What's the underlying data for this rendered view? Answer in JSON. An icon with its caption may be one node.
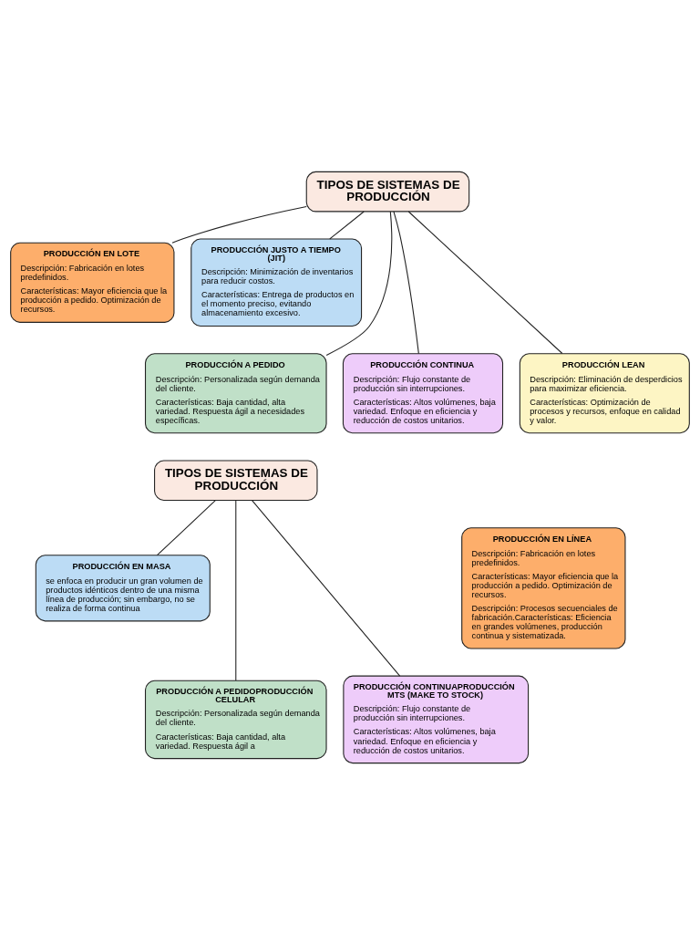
{
  "diagram": {
    "nodes": [
      {
        "text": [
          "TIPOS DE SISTEMAS DE PRODUCCIÓN"
        ]
      },
      {
        "text": [
          "PRODUCCIÓN EN LOTE",
          "Descripción: Fabricación en lotes predefinidos.",
          "Características: Mayor eficiencia que la producción a pedido. Optimización de recursos."
        ]
      },
      {
        "text": [
          "PRODUCCIÓN JUSTO A TIEMPO (JIT)",
          "Descripción: Minimización de inventarios para reducir costos.",
          "Características: Entrega de productos en el momento preciso, evitando almacenamiento excesivo."
        ]
      },
      {
        "text": [
          "PRODUCCIÓN A PEDIDO",
          "Descripción: Personalizada según demanda del cliente.",
          "Características: Baja cantidad, alta variedad. Respuesta ágil a necesidades específicas."
        ]
      },
      {
        "text": [
          "PRODUCCIÓN CONTINUA",
          "Descripción: Flujo constante de producción sin interrupciones.",
          "Características: Altos volúmenes, baja variedad. Enfoque en eficiencia y reducción de costos unitarios."
        ]
      },
      {
        "text": [
          "PRODUCCIÓN LEAN",
          "Descripción: Eliminación de desperdicios para maximizar eficiencia.",
          "Características: Optimización de procesos y recursos, enfoque en calidad y valor."
        ]
      },
      {
        "text": [
          "TIPOS DE SISTEMAS DE PRODUCCIÓN"
        ]
      },
      {
        "text": [
          "PRODUCCIÓN EN LÍNEA",
          "Descripción: Fabricación en lotes predefinidos.",
          "Características: Mayor eficiencia que la producción a pedido. Optimización de recursos.",
          "Descripción: Procesos secuenciales de fabricación.Características: Eficiencia en grandes volúmenes, producción continua y sistematizada."
        ]
      },
      {
        "text": [
          "PRODUCCIÓN EN MASA",
          "se enfoca en producir un gran volumen de productos idénticos dentro de una misma línea de producción; sin embargo, no se realiza de forma continua"
        ]
      },
      {
        "text": [
          "PRODUCCIÓN A PEDIDOPRODUCCIÓN CELULAR",
          "Descripción: Personalizada según demanda del cliente.",
          "Características: Baja cantidad, alta variedad. Respuesta ágil a"
        ]
      },
      {
        "text": [
          "PRODUCCIÓN CONTINUAPRODUCCIÓN MTS (MAKE TO STOCK)",
          "Descripción: Flujo constante de producción sin interrupciones.",
          "Características: Altos volúmenes, baja variedad. Enfoque en eficiencia y reducción de costos unitarios."
        ]
      }
    ],
    "edges": [
      {
        "from": 0,
        "to": 3,
        "arrow": "none"
      },
      {
        "from": 0,
        "to": 1,
        "arrow": "none"
      },
      {
        "from": 0,
        "to": 4,
        "arrow": "none"
      },
      {
        "from": 0,
        "to": 2,
        "arrow": "none"
      },
      {
        "from": 0,
        "to": 5,
        "arrow": "none"
      },
      {
        "from": 6,
        "to": 9,
        "arrow": "none"
      },
      {
        "from": 6,
        "to": 10,
        "arrow": "none"
      },
      {
        "from": 6,
        "to": 8,
        "arrow": "none"
      }
    ]
  }
}
